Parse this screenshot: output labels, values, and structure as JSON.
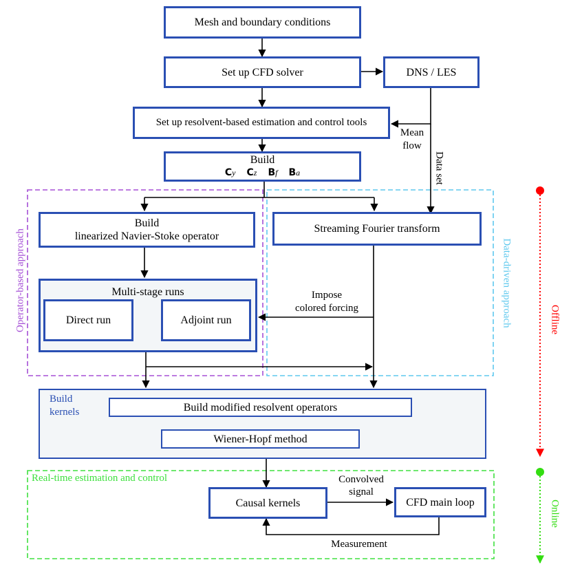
{
  "boxes": {
    "mesh": "Mesh and boundary conditions",
    "setup_cfd": "Set up CFD solver",
    "dns_les": "DNS / LES",
    "setup_resolvent": "Set up resolvent-based estimation and control tools",
    "build_title": "Build",
    "build_ops": [
      "C",
      "y",
      "C",
      "z",
      "B",
      "f",
      "B",
      "a"
    ],
    "build_lnso_line1": "Build",
    "build_lnso_line2": "linearized Navier-Stoke operator",
    "streaming_fft": "Streaming Fourier transform",
    "multi_stage": "Multi-stage runs",
    "direct_run": "Direct run",
    "adjoint_run": "Adjoint run",
    "build_modified": "Build modified resolvent operators",
    "wiener_hopf": "Wiener-Hopf method",
    "causal_kernels": "Causal kernels",
    "cfd_main_loop": "CFD main loop"
  },
  "labels": {
    "mean_flow_line1": "Mean",
    "mean_flow_line2": "flow",
    "data_set": "Data set",
    "impose_line1": "Impose",
    "impose_line2": "colored forcing",
    "build_kernels_line1": "Build",
    "build_kernels_line2": "kernels",
    "convolved_line1": "Convolved",
    "convolved_line2": "signal",
    "measurement": "Measurement"
  },
  "regions": {
    "operator_based": "Operator-based approach",
    "data_driven": "Data-driven approach",
    "real_time": "Real-time estimation and control"
  },
  "timeline": {
    "offline": "Offline",
    "online": "Online"
  },
  "colors": {
    "box_border": "#2a4fb3",
    "operator_region": "#a54fd6",
    "data_region": "#5ec8ee",
    "real_time_region": "#3ee03e",
    "offline": "#ff0000",
    "online": "#33dd11",
    "build_kernels_text": "#2a4fb3"
  }
}
